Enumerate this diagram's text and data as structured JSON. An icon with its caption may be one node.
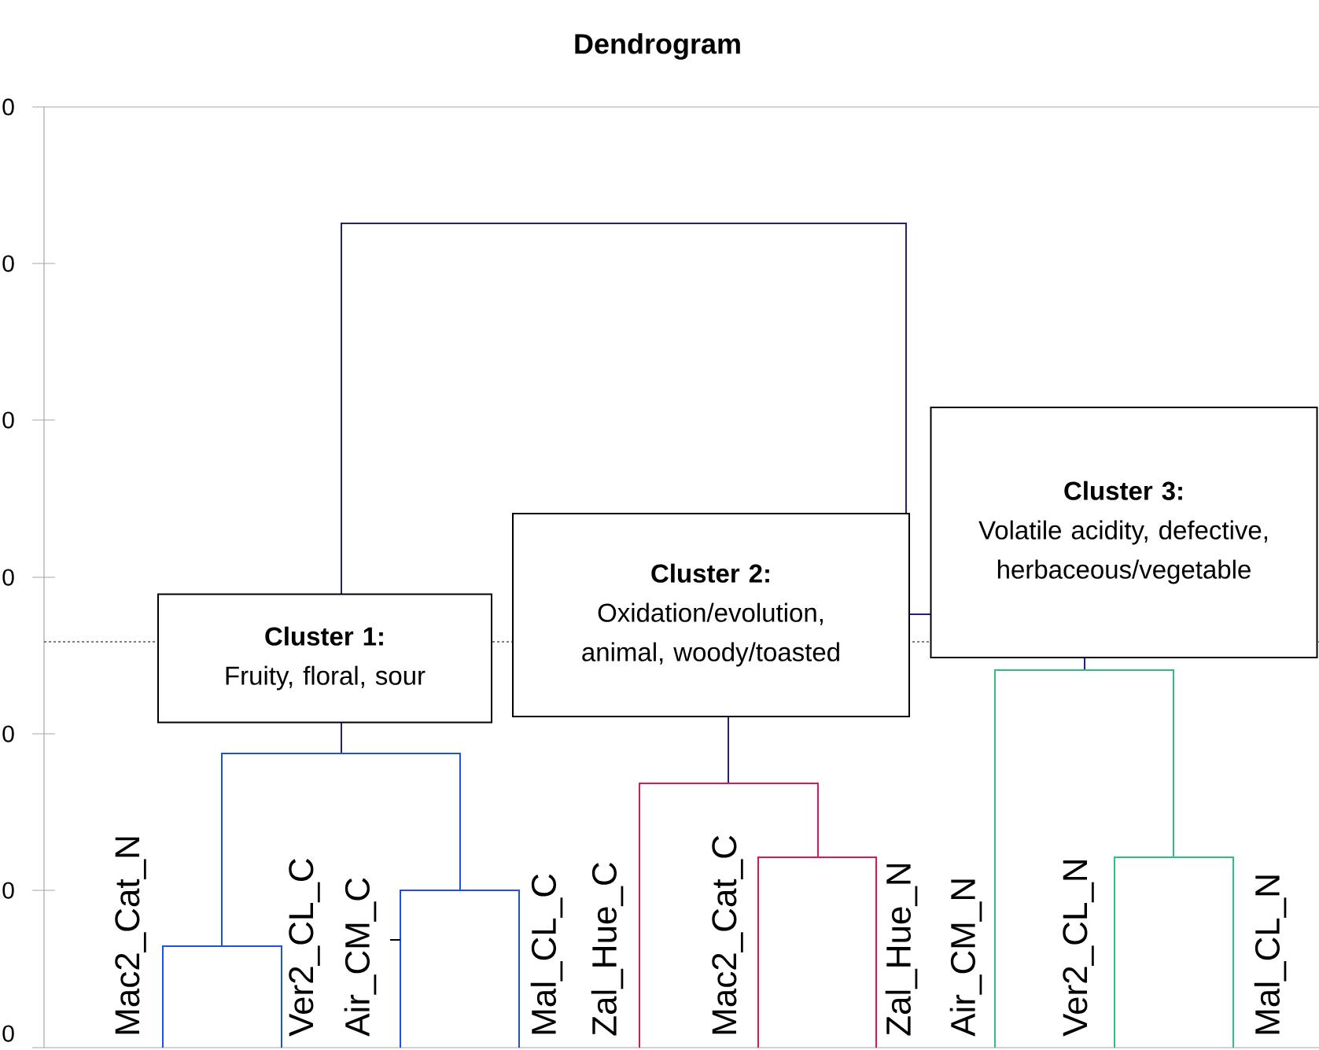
{
  "diagram": {
    "title": "Dendrogram",
    "nodes": [
      {
        "text": [
          "Cluster 1:",
          "Fruity, floral, sour"
        ]
      },
      {
        "text": [
          "Cluster 2:",
          "Oxidation/evolution, animal, woody/toasted"
        ]
      },
      {
        "text": [
          "Cluster 3:",
          "Volatile acidity, defective, herbaceous/vegetable"
        ]
      }
    ],
    "labels": [
      "0",
      "0",
      "0",
      "0",
      "0",
      "0",
      "0",
      "Mac2_Cat_N",
      "Ver2_CL_C",
      "Air_CM_C",
      "Mal_CL_C",
      "Zal_Hue_C",
      "Mac2_Cat_C",
      "Zal_Hue_N",
      "Air_CM_N",
      "Ver2_CL_N",
      "Mal_CL_N"
    ]
  }
}
